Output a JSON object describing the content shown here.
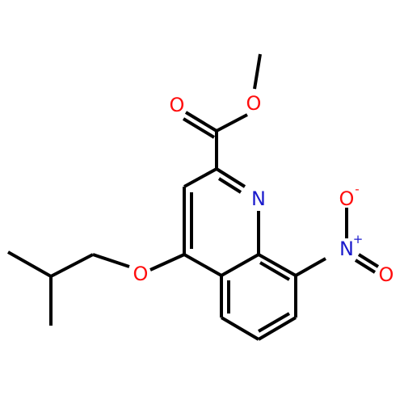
{
  "molecule": {
    "atoms": {
      "carbonyl_oxygen": "O",
      "ester_oxygen": "O",
      "ring_nitrogen": "N",
      "ether_oxygen": "O",
      "nitro_nitrogen": "N",
      "nitro_nitrogen_charge": "+",
      "nitro_oxygen_top": "O",
      "nitro_oxygen_top_charge": "-",
      "nitro_oxygen_bottom": "O"
    },
    "colors": {
      "oxygen": "#ff0d0d",
      "nitrogen": "#1a1acc",
      "bond": "#000000"
    }
  }
}
